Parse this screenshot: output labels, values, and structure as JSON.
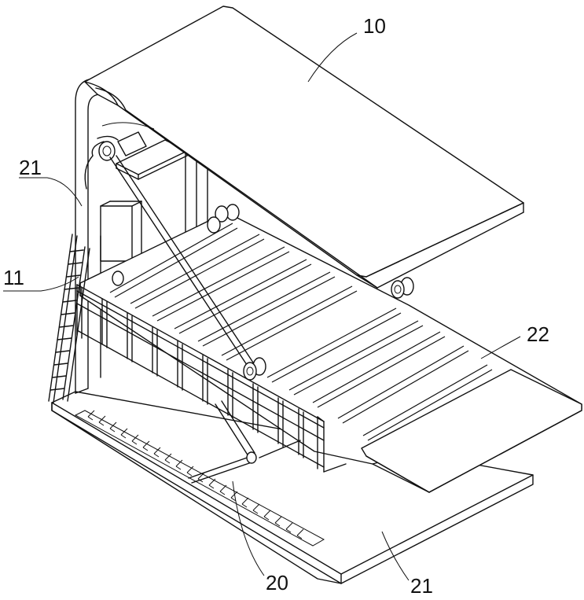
{
  "labels": {
    "canopy": "10",
    "frame_left": "21",
    "bridge": "11",
    "ramp": "22",
    "base_track": "20",
    "base_plate": "21"
  }
}
